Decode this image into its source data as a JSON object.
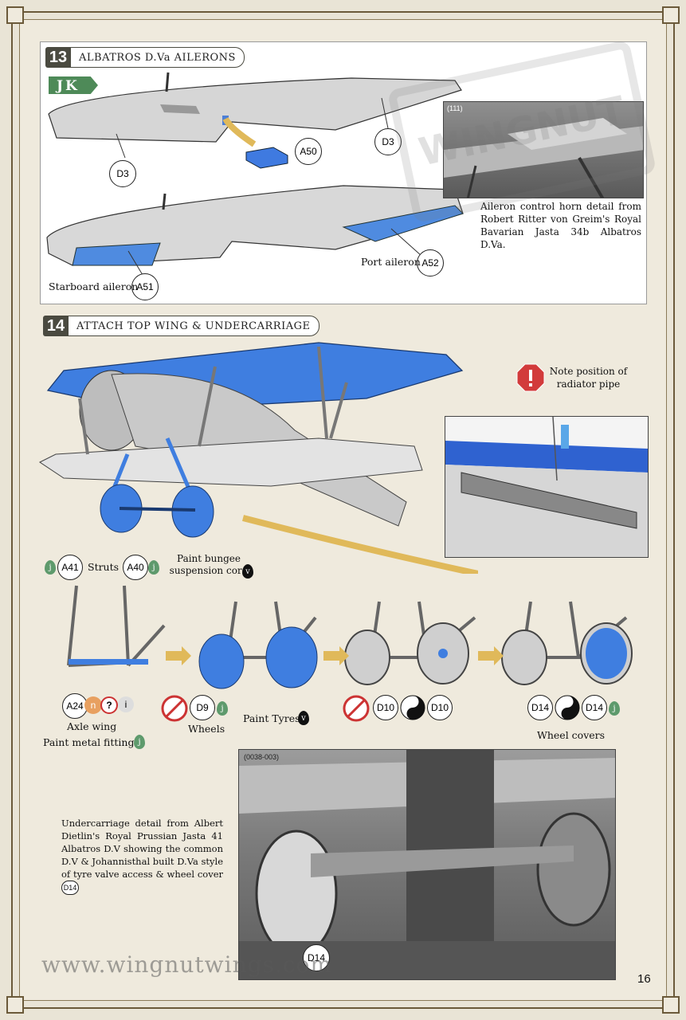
{
  "step13": {
    "number": "13",
    "title": "ALBATROS D.Va AILERONS",
    "variant_tag": "JK",
    "callouts": [
      "D3",
      "D3",
      "A50",
      "A51",
      "A52"
    ],
    "starboard_label": "Starboard aileron",
    "port_label": "Port aileron",
    "photo_tag": "(111)",
    "photo_caption": "Aileron control horn detail from Robert Ritter von Greim's Royal Bavarian Jasta 34b Albatros D.Va."
  },
  "step14": {
    "number": "14",
    "title": "ATTACH TOP WING & UNDERCARRIAGE",
    "note": "Note position of radiator pipe",
    "struts_label": "Struts",
    "bungee_label": "Paint bungee suspension cord",
    "callouts": {
      "a41": "A41",
      "a40": "A40",
      "a24": "A24",
      "d9": "D9",
      "d10a": "D10",
      "d10b": "D10",
      "d14a": "D14",
      "d14b": "D14",
      "d14photo": "D14"
    },
    "paint_marks": {
      "j": "j",
      "v": "v",
      "n": "n",
      "q": "?",
      "i": "i"
    },
    "axle_wing": "Axle wing",
    "paint_metal": "Paint metal fittings",
    "wheels": "Wheels",
    "paint_tyres": "Paint Tyres",
    "wheel_covers": "Wheel covers",
    "photo_tag": "(0038-003)",
    "photo_caption": "Undercarriage detail from Albert Dietlin's Royal Prussian Jasta 41 Albatros D.V showing the common D.V & Johannisthal built D.Va style of tyre valve access & wheel cover",
    "photo_caption_ref": "D14"
  },
  "footer": {
    "url": "www.wingnutwings.com",
    "page_number": "16"
  },
  "watermark": "WINGNUT"
}
